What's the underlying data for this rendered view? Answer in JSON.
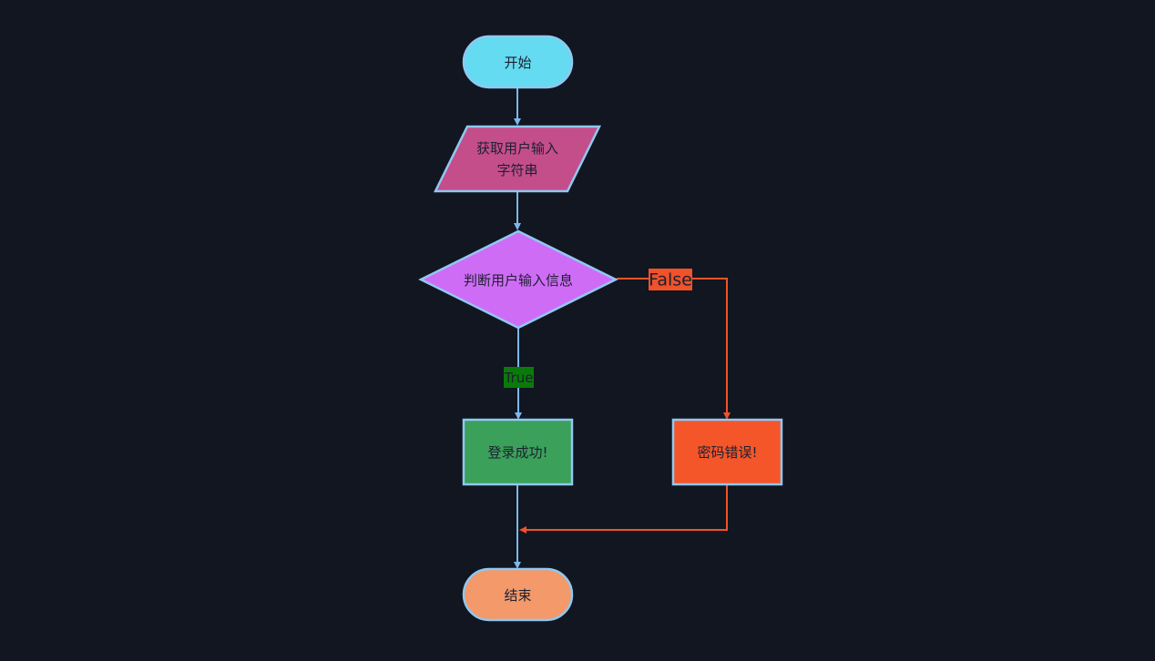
{
  "colors": {
    "background": "#111620",
    "node_border": "#90c8f2",
    "edge_default": "#7ab8ec",
    "edge_false": "#f0522a"
  },
  "nodes": {
    "start": {
      "label": "开始",
      "shape": "stadium",
      "fill": "#64dbf0"
    },
    "input": {
      "label_line1": "获取用户输入",
      "label_line2": "字符串",
      "shape": "parallelogram",
      "fill": "#c44e8a"
    },
    "decision": {
      "label": "判断用户输入信息",
      "shape": "diamond",
      "fill": "#cf6cf6"
    },
    "success": {
      "label": "登录成功!",
      "shape": "rectangle",
      "fill": "#3ba15a"
    },
    "error": {
      "label": "密码错误!",
      "shape": "rectangle",
      "fill": "#f4562a"
    },
    "end": {
      "label": "结束",
      "shape": "stadium",
      "fill": "#f4996a"
    }
  },
  "edges": {
    "true_label": {
      "text": "True",
      "bg": "#0a7a0a",
      "color": "#1d2030"
    },
    "false_label": {
      "text": "False",
      "bg": "#f0522a",
      "color": "#1d2030"
    }
  }
}
